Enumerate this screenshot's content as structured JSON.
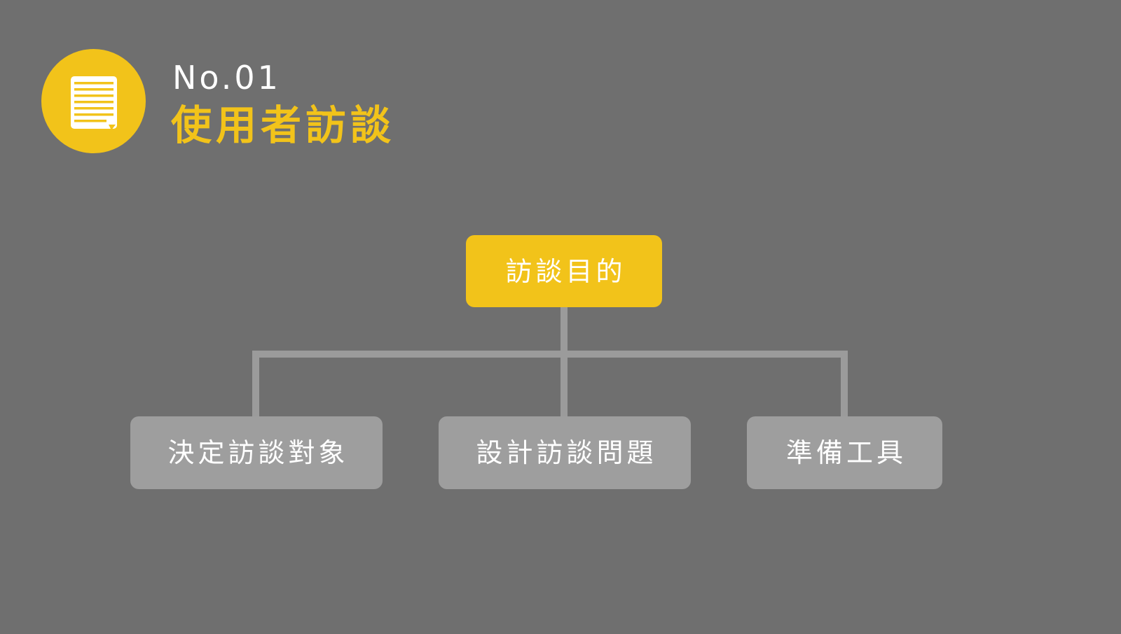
{
  "header": {
    "number": "No.01",
    "title": "使用者訪談",
    "icon": "document-icon"
  },
  "diagram": {
    "root": {
      "label": "訪談目的"
    },
    "children": [
      {
        "label": "決定訪談對象"
      },
      {
        "label": "設計訪談問題"
      },
      {
        "label": "準備工具"
      }
    ]
  },
  "colors": {
    "background": "#6f6f6f",
    "accent": "#f2c31a",
    "node": "#9e9e9e",
    "connector": "#9b9b9b",
    "text": "#ffffff"
  }
}
